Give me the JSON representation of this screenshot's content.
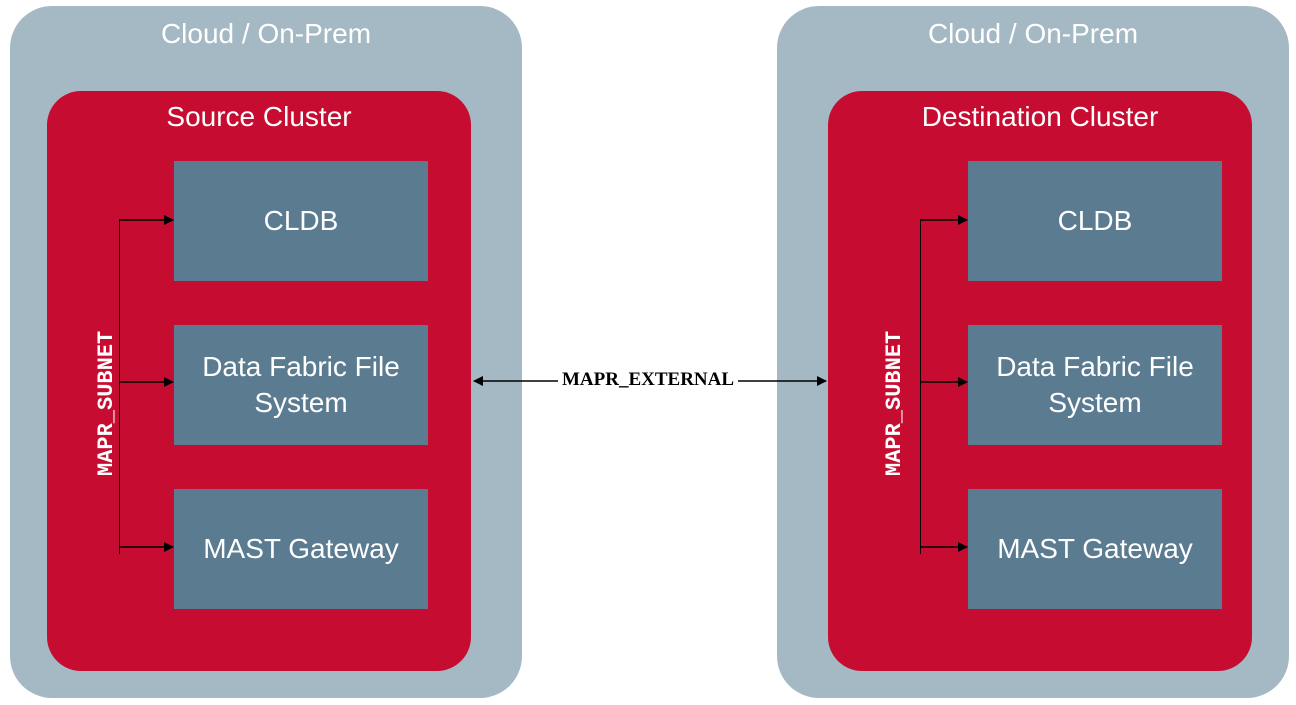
{
  "environments": [
    {
      "title": "Cloud / On-Prem",
      "cluster": {
        "title": "Source Cluster",
        "subnet_label": "MAPR_SUBNET",
        "services": [
          "CLDB",
          "Data Fabric File System",
          "MAST Gateway"
        ]
      }
    },
    {
      "title": "Cloud / On-Prem",
      "cluster": {
        "title": "Destination Cluster",
        "subnet_label": "MAPR_SUBNET",
        "services": [
          "CLDB",
          "Data Fabric File System",
          "MAST Gateway"
        ]
      }
    }
  ],
  "link": {
    "label": "MAPR_EXTERNAL"
  },
  "colors": {
    "environment": "#a5b9c5",
    "cluster": "#c60c30",
    "service": "#5b7b91",
    "connector": "#000000"
  }
}
